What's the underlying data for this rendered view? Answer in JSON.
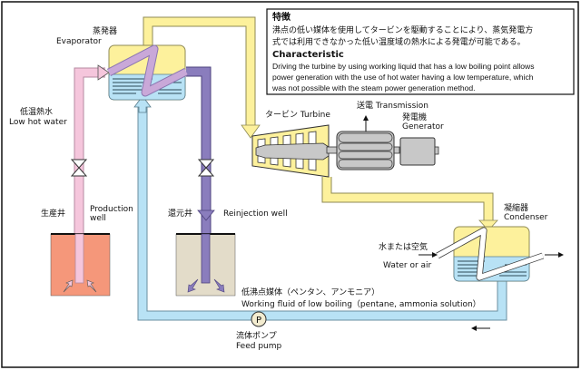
{
  "diagram": {
    "title": "Binary cycle geothermal power generation",
    "colors": {
      "hot_water": "#f5c6dc",
      "reinjection": "#8a7dbd",
      "working_fluid_vapor": "#fdf19c",
      "working_fluid_liquid": "#b8e2f5",
      "production_well": "#f5977a",
      "reinjection_well": "#e3dcc9",
      "machine_gray": "#c8c8c8",
      "border": "#111111"
    },
    "characteristic_box": {
      "title_ja": "特徴",
      "text_ja_line1": "沸点の低い媒体を使用してタービンを駆動することにより、蒸気発電方",
      "text_ja_line2": "式では利用できなかった低い温度域の熱水による発電が可能である。",
      "title_en": "Characteristic",
      "text_en_line1": "Driving the turbine by using working liquid that has a low boiling point allows",
      "text_en_line2": "power generation with the use of hot water having a low temperature, which",
      "text_en_line3": "was not possible with the steam power generation method."
    },
    "labels": {
      "evaporator_ja": "蒸発器",
      "evaporator_en": "Evaporator",
      "low_hot_water_ja": "低温熱水",
      "low_hot_water_en": "Low hot water",
      "production_well_ja": "生産井",
      "production_well_en_1": "Production",
      "production_well_en_2": "well",
      "reinjection_well_ja": "還元井",
      "reinjection_well_en": "Reinjection well",
      "turbine": "タービン  Turbine",
      "transmission": "送電  Transmission",
      "generator_ja": "発電機",
      "generator_en": "Generator",
      "condenser_ja": "凝縮器",
      "condenser_en": "Condenser",
      "water_or_air_ja": "水または空気",
      "water_or_air_en": "Water or air",
      "working_fluid_ja": "低沸点媒体（ペンタン、アンモニア）",
      "working_fluid_en": "Working fluid of low boiling（pentane, ammonia solution）",
      "pump_symbol": "P",
      "feed_pump_ja": "流体ポンプ",
      "feed_pump_en": "Feed pump"
    }
  }
}
